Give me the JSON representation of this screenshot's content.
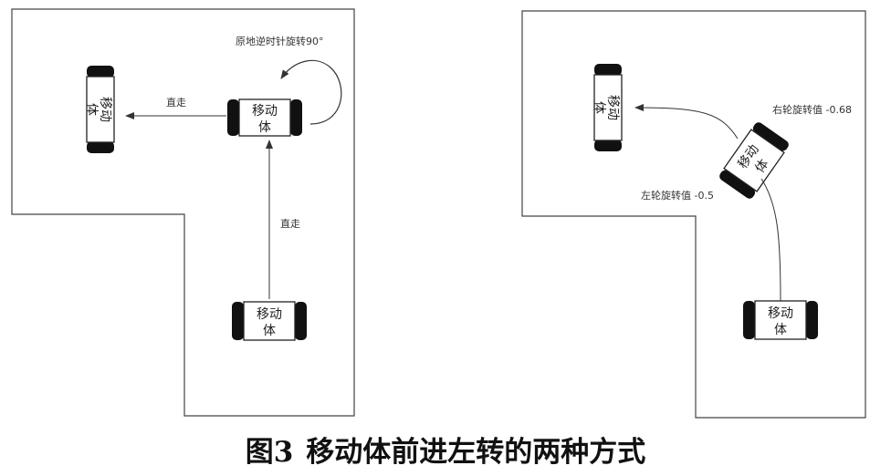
{
  "panel_left": {
    "label_rotate": "原地逆时针旋转90°",
    "label_straight_h": "直走",
    "label_straight_v": "直走",
    "moving_body_lines": [
      "移动",
      "体"
    ],
    "target_lines": [
      "移动",
      "体"
    ]
  },
  "panel_right": {
    "label_right_wheel": "右轮旋转值 -0.68",
    "label_left_wheel": "左轮旋转值 -0.5",
    "moving_body_lines": [
      "移动",
      "体"
    ],
    "target_lines": [
      "移动",
      "体"
    ]
  },
  "caption": {
    "number": "图3",
    "text": "移动体前进左转的两种方式"
  }
}
